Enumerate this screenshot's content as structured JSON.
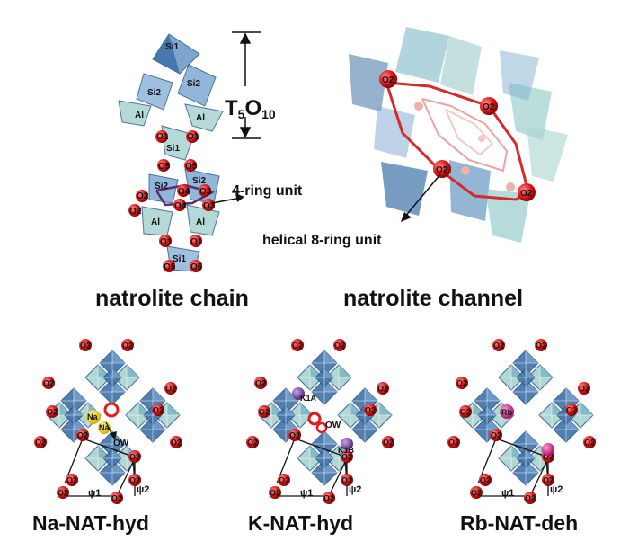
{
  "colors": {
    "tetra_dark": "#3f73a8",
    "tetra_mid": "#6f9ccc",
    "tetra_light": "#a9d3d1",
    "oxygen": "#e01b1b",
    "na": "#f0d000",
    "k": "#7b3fa6",
    "rb": "#d0208a",
    "ring": "#e03a3a",
    "ring_4": "#5a2f6e"
  },
  "top_left": {
    "caption": "natrolite chain",
    "t5o10_main": "T",
    "t5o10_sub1": "5",
    "t5o10_mid": "O",
    "t5o10_sub2": "10",
    "ring4_label": "4-ring unit",
    "atoms": {
      "si1_top": "Si1",
      "si2_left": "Si2",
      "si2_right": "Si2",
      "al_left": "Al",
      "al_right": "Al",
      "o1_a": "O1",
      "o1_b": "O1",
      "si1_mid": "Si1",
      "o5_a": "O5",
      "o5_b": "O5",
      "o2_a": "O2",
      "si2_c": "Si2",
      "si2_d": "Si2",
      "o4_a": "O4",
      "o4_b": "O4",
      "o2_b": "O2",
      "o3_a": "O3",
      "o2_c": "O2",
      "o3_b": "O3",
      "o2_d": "O2",
      "al_c": "Al",
      "al_d": "Al",
      "o1_c": "O1",
      "o1_d": "O1",
      "si1_bottom": "Si1",
      "o5_c": "O5",
      "o5_d": "O5"
    }
  },
  "top_right": {
    "caption": "natrolite channel",
    "ring8_label": "helical 8-ring unit",
    "o2_labels": [
      "O2",
      "O2",
      "O2",
      "O2"
    ]
  },
  "bottom": {
    "o2": "O2",
    "psi1": "ψ1",
    "psi2": "ψ2",
    "panels": [
      {
        "caption": "Na-NAT-hyd",
        "cation1": "Na",
        "cation2": "Na",
        "water": "OW"
      },
      {
        "caption": "K-NAT-hyd",
        "cation1": "K1A",
        "cation2": "K1B",
        "water": "OW"
      },
      {
        "caption": "Rb-NAT-deh",
        "cation1": "Rb"
      }
    ]
  }
}
